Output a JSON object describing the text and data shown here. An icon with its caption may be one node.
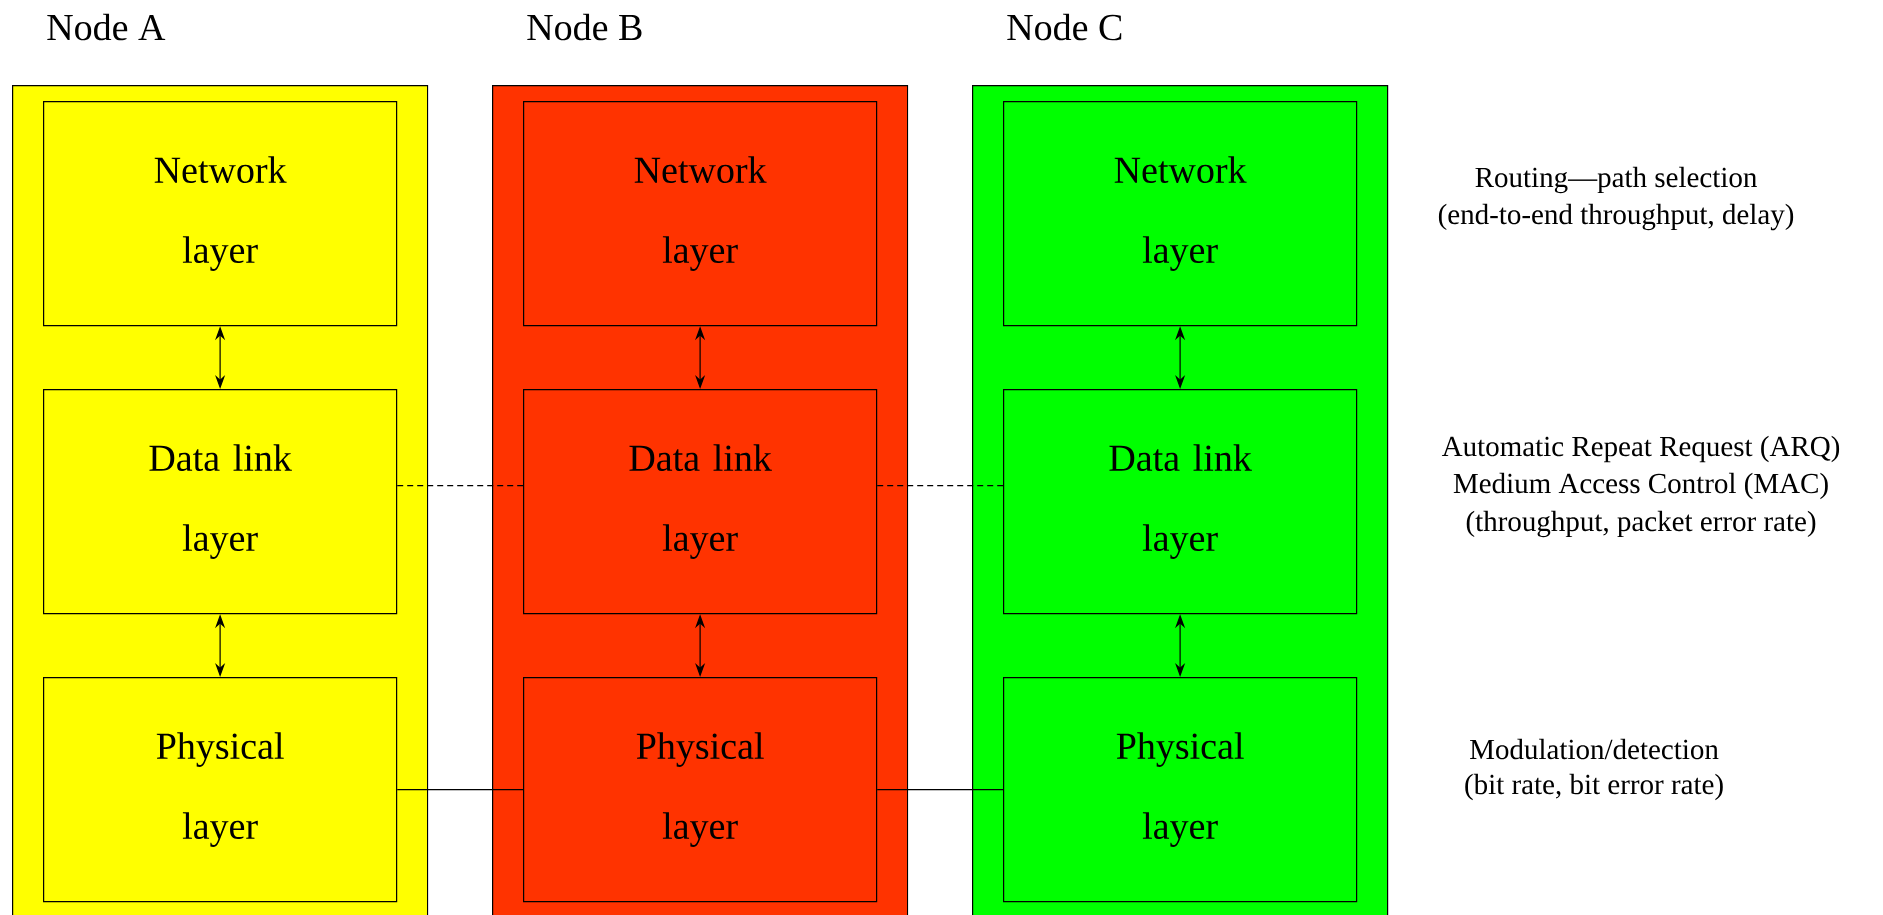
{
  "diagram": {
    "nodes": [
      {
        "text": [
          "Node A"
        ]
      },
      {
        "text": [
          "Network layer"
        ],
        "in": 0
      },
      {
        "text": [
          "Data link layer"
        ],
        "in": 0
      },
      {
        "text": [
          "Physical layer"
        ],
        "in": 0
      },
      {
        "text": [
          "Node B"
        ]
      },
      {
        "text": [
          "Network layer"
        ],
        "in": 4
      },
      {
        "text": [
          "Data link layer"
        ],
        "in": 4
      },
      {
        "text": [
          "Physical layer"
        ],
        "in": 4
      },
      {
        "text": [
          "Node C"
        ]
      },
      {
        "text": [
          "Network layer"
        ],
        "in": 8
      },
      {
        "text": [
          "Data link layer"
        ],
        "in": 8
      },
      {
        "text": [
          "Physical layer"
        ],
        "in": 8
      }
    ],
    "edges": [
      {
        "from": 1,
        "to": 2,
        "arrow": "both"
      },
      {
        "from": 2,
        "to": 3,
        "arrow": "both"
      },
      {
        "from": 5,
        "to": 6,
        "arrow": "both"
      },
      {
        "from": 6,
        "to": 7,
        "arrow": "both"
      },
      {
        "from": 9,
        "to": 10,
        "arrow": "both"
      },
      {
        "from": 10,
        "to": 11,
        "arrow": "both"
      },
      {
        "from": 2,
        "to": 6,
        "arrow": "none",
        "style": "dashed"
      },
      {
        "from": 6,
        "to": 10,
        "arrow": "none",
        "style": "dashed"
      },
      {
        "from": 3,
        "to": 7,
        "arrow": "none"
      },
      {
        "from": 7,
        "to": 11,
        "arrow": "none"
      }
    ],
    "labels": [
      "Routing—path selection",
      "(end-to-end throughput, delay)",
      "Automatic Repeat Request (ARQ)",
      "Medium Access Control (MAC)",
      "(throughput, packet error rate)",
      "Modulation/detection",
      "(bit rate, bit error rate)"
    ]
  }
}
